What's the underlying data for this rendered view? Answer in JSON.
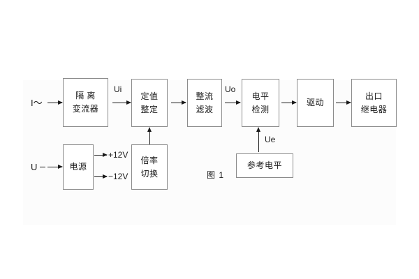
{
  "figure": {
    "caption": "图 1",
    "boxes": {
      "isolation_ct": {
        "line1": "隔 离",
        "line2": "变流器"
      },
      "setting": {
        "line1": "定值",
        "line2": "整定"
      },
      "rectify_filter": {
        "line1": "整流",
        "line2": "滤波"
      },
      "level_detect": {
        "line1": "电平",
        "line2": "检测"
      },
      "drive": {
        "line1": "驱动"
      },
      "output_relay": {
        "line1": "出口",
        "line2": "继电器"
      },
      "power_supply": {
        "line1": "电源"
      },
      "ratio_switch": {
        "line1": "倍率",
        "line2": "切换"
      },
      "reference_level": {
        "line1": "参考电平"
      }
    },
    "signals": {
      "input_current": "I～",
      "input_voltage": "U",
      "ui": "Ui",
      "uo": "Uo",
      "ue": "Ue",
      "pos12v": "+12V",
      "neg12v": "−12V"
    },
    "colors": {
      "page_background": "#ffffff",
      "panel_background": "#fcfcfc",
      "box_border": "#8c8c8c",
      "box_fill": "#ffffff",
      "text": "#1a1a1a",
      "arrow": "#1a1a1a"
    }
  }
}
